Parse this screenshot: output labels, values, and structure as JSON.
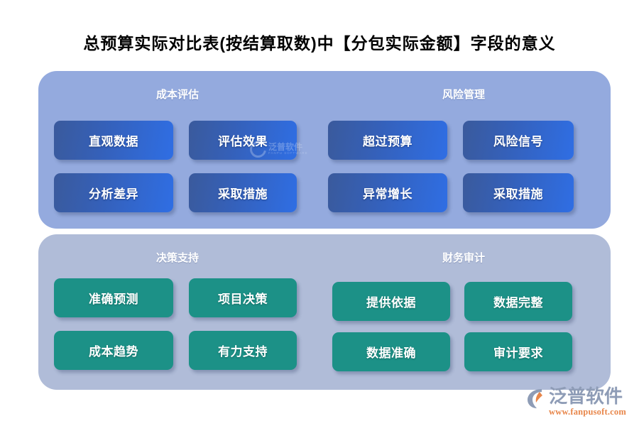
{
  "page": {
    "title": "总预算实际对比表(按结算取数)中【分包实际金额】字段的意义",
    "background_color": "#ffffff",
    "title_color": "#000000"
  },
  "panels": [
    {
      "id": "panel-blue",
      "background_color": "#94aade",
      "card_style": "blue-gradient",
      "card_colors": {
        "from": "#3a5a9c",
        "to": "#2f6ee4"
      },
      "groups": [
        {
          "id": "group-cost-evaluation",
          "title": "成本评估",
          "cards": [
            "直观数据",
            "评估效果",
            "分析差异",
            "采取措施"
          ]
        },
        {
          "id": "group-risk-management",
          "title": "风险管理",
          "cards": [
            "超过预算",
            "风险信号",
            "异常增长",
            "采取措施"
          ]
        }
      ]
    },
    {
      "id": "panel-gray",
      "background_color": "#b0bcd8",
      "card_style": "teal-flat",
      "card_colors": {
        "from": "#1c9187",
        "to": "#1c9187"
      },
      "groups": [
        {
          "id": "group-decision-support",
          "title": "决策支持",
          "cards": [
            "准确预测",
            "项目决策",
            "成本趋势",
            "有力支持"
          ]
        },
        {
          "id": "group-financial-audit",
          "title": "财务审计",
          "cards": [
            "提供依据",
            "数据完整",
            "数据准确",
            "审计要求"
          ]
        }
      ]
    }
  ],
  "watermark": {
    "company_cn": "泛普软件",
    "company_en": "FANPU SOFTWARE"
  },
  "brand": {
    "name_cn": "泛普软件",
    "url": "www.fanpusoft.com",
    "name_color": "#8e9cb6",
    "url_color": "#e8864a",
    "mark_accent_color": "#e8864a"
  }
}
